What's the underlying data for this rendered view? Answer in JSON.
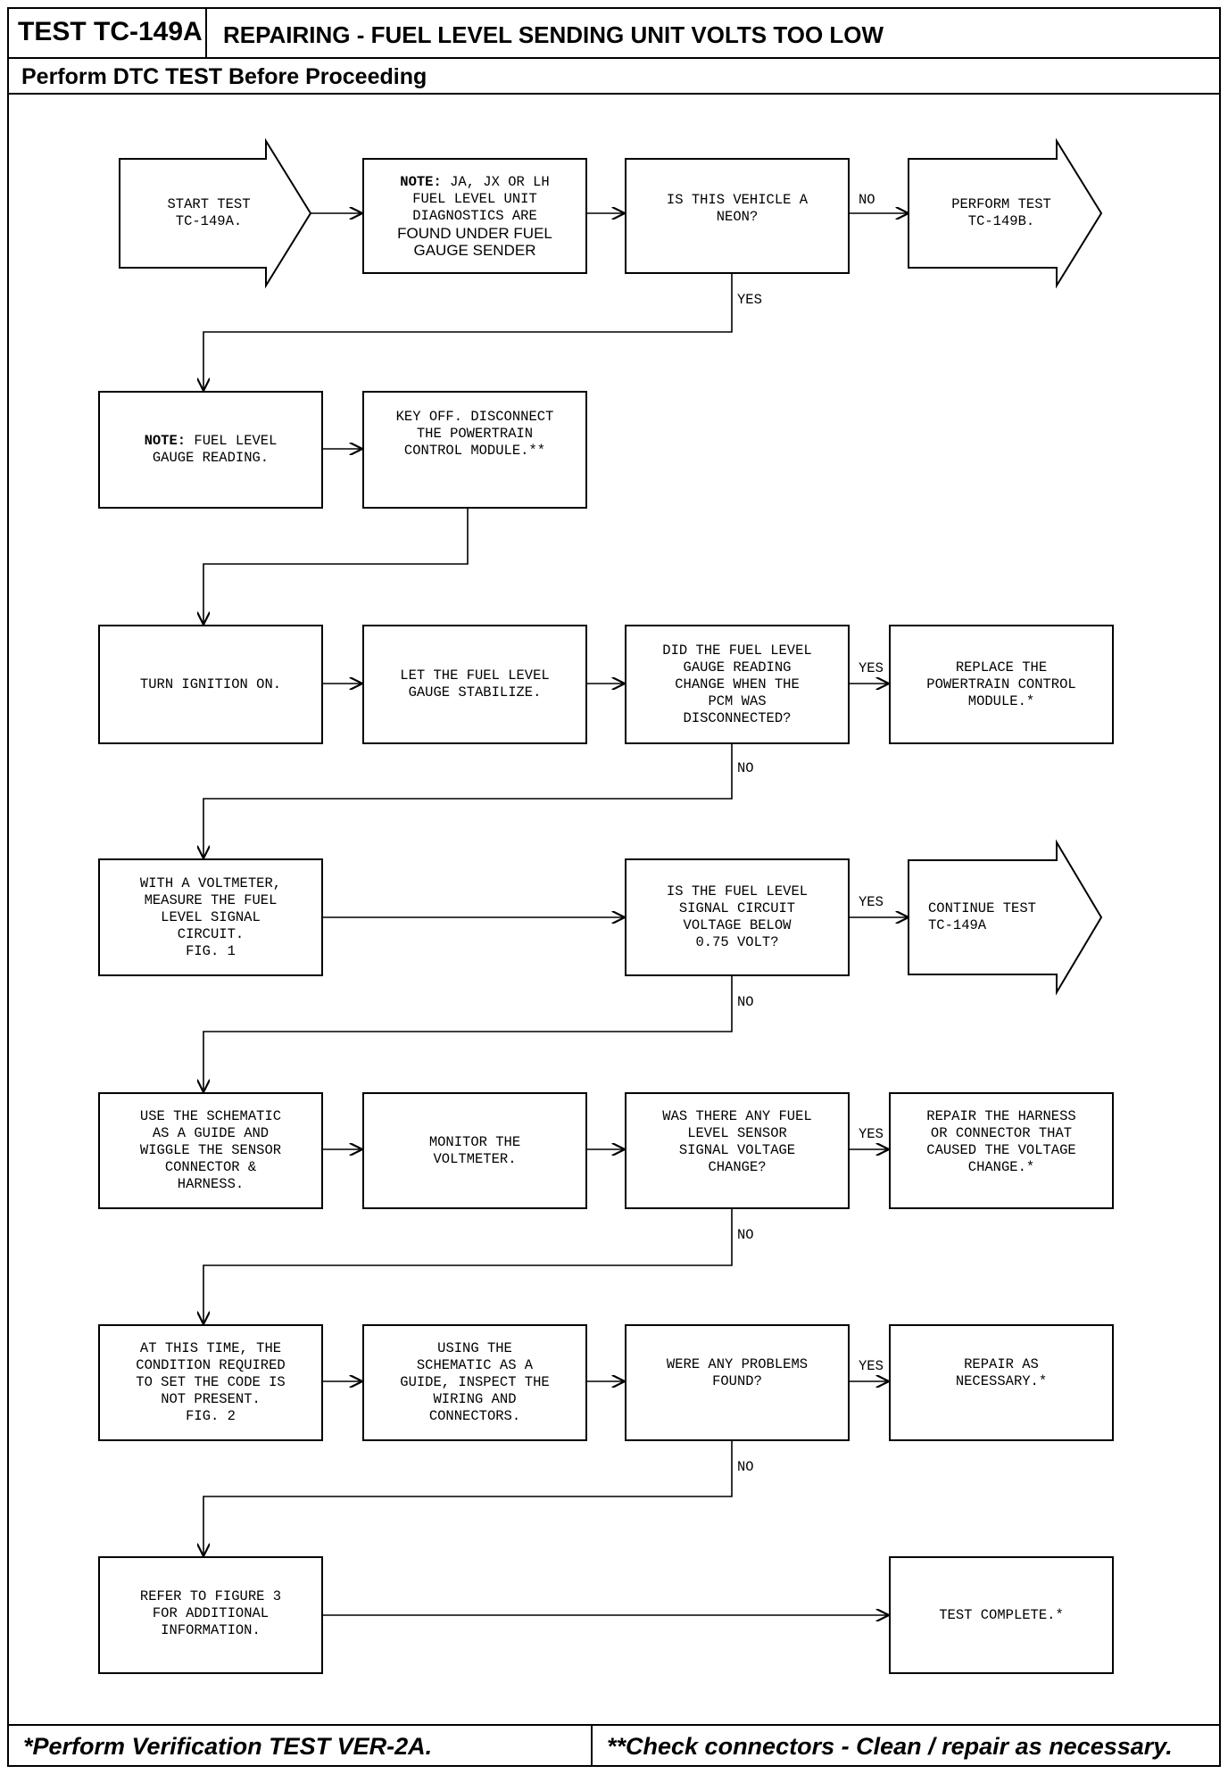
{
  "header": {
    "test_id": "TEST TC-149A",
    "title": "REPAIRING - FUEL LEVEL SENDING UNIT VOLTS TOO LOW",
    "subtitle": "Perform DTC TEST Before Proceeding"
  },
  "flow": {
    "start": "START TEST\nTC-149A.",
    "note1_prefix": "NOTE:",
    "note1_line1_rest": " JA, JX OR LH",
    "note1_line2": "FUEL LEVEL UNIT",
    "note1_line3": "DIAGNOSTICS ARE",
    "note1_line4": "FOUND UNDER FUEL",
    "note1_line5": "GAUGE SENDER",
    "q_neon": "IS THIS VEHICLE A\nNEON?",
    "perform_149b": "PERFORM TEST\nTC-149B.",
    "note2_prefix": "NOTE:",
    "note2_line1_rest": " FUEL LEVEL",
    "note2_line2": "GAUGE READING.",
    "key_off": "KEY OFF. DISCONNECT\nTHE POWERTRAIN\nCONTROL MODULE.**",
    "ignition_on": "TURN IGNITION ON.",
    "stabilize": "LET THE FUEL LEVEL\nGAUGE STABILIZE.",
    "q_gauge_change": "DID THE FUEL LEVEL\nGAUGE READING\nCHANGE WHEN THE\nPCM WAS\nDISCONNECTED?",
    "replace_pcm": "REPLACE THE\nPOWERTRAIN CONTROL\nMODULE.*",
    "voltmeter": "WITH A VOLTMETER,\nMEASURE THE FUEL\nLEVEL SIGNAL\nCIRCUIT.\nFIG. 1",
    "q_voltage": "IS THE FUEL LEVEL\nSIGNAL CIRCUIT\nVOLTAGE BELOW\n0.75 VOLT?",
    "continue_149a": "CONTINUE TEST\nTC-149A",
    "wiggle": "USE THE SCHEMATIC\nAS A GUIDE AND\nWIGGLE THE SENSOR\nCONNECTOR &\nHARNESS.",
    "monitor": "MONITOR THE\nVOLTMETER.",
    "q_signal_change": "WAS THERE ANY FUEL\nLEVEL SENSOR\nSIGNAL VOLTAGE\nCHANGE?",
    "repair_harness": "REPAIR THE HARNESS\nOR CONNECTOR THAT\nCAUSED THE VOLTAGE\nCHANGE.*",
    "condition": "AT THIS TIME, THE\nCONDITION REQUIRED\nTO SET THE CODE IS\nNOT PRESENT.\nFIG. 2",
    "inspect": "USING THE\nSCHEMATIC AS A\nGUIDE, INSPECT THE\nWIRING AND\nCONNECTORS.",
    "q_problems": "WERE ANY PROBLEMS\nFOUND?",
    "repair_as": "REPAIR AS\nNECESSARY.*",
    "refer_fig3": "REFER TO FIGURE 3\nFOR ADDITIONAL\nINFORMATION.",
    "complete": "TEST COMPLETE.*"
  },
  "labels": {
    "no": "NO",
    "yes": "YES"
  },
  "footer": {
    "left": "*Perform Verification TEST VER-2A.",
    "right": "**Check connectors - Clean / repair as necessary."
  }
}
